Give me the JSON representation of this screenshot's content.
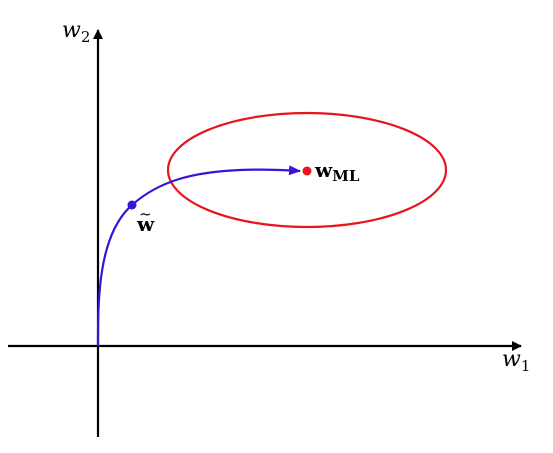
{
  "axes": {
    "x_label_main": "w",
    "x_label_sub": "1",
    "y_label_main": "w",
    "y_label_sub": "2"
  },
  "points": {
    "w_ml_main": "w",
    "w_ml_sub": "ML",
    "w_tilde_main": "w",
    "w_tilde_accent": "~"
  },
  "colors": {
    "axis": "#000000",
    "ellipse": "#e8141e",
    "trajectory": "#3a14d6",
    "w_ml_point": "#e8141e",
    "w_tilde_point": "#3a14d6"
  }
}
